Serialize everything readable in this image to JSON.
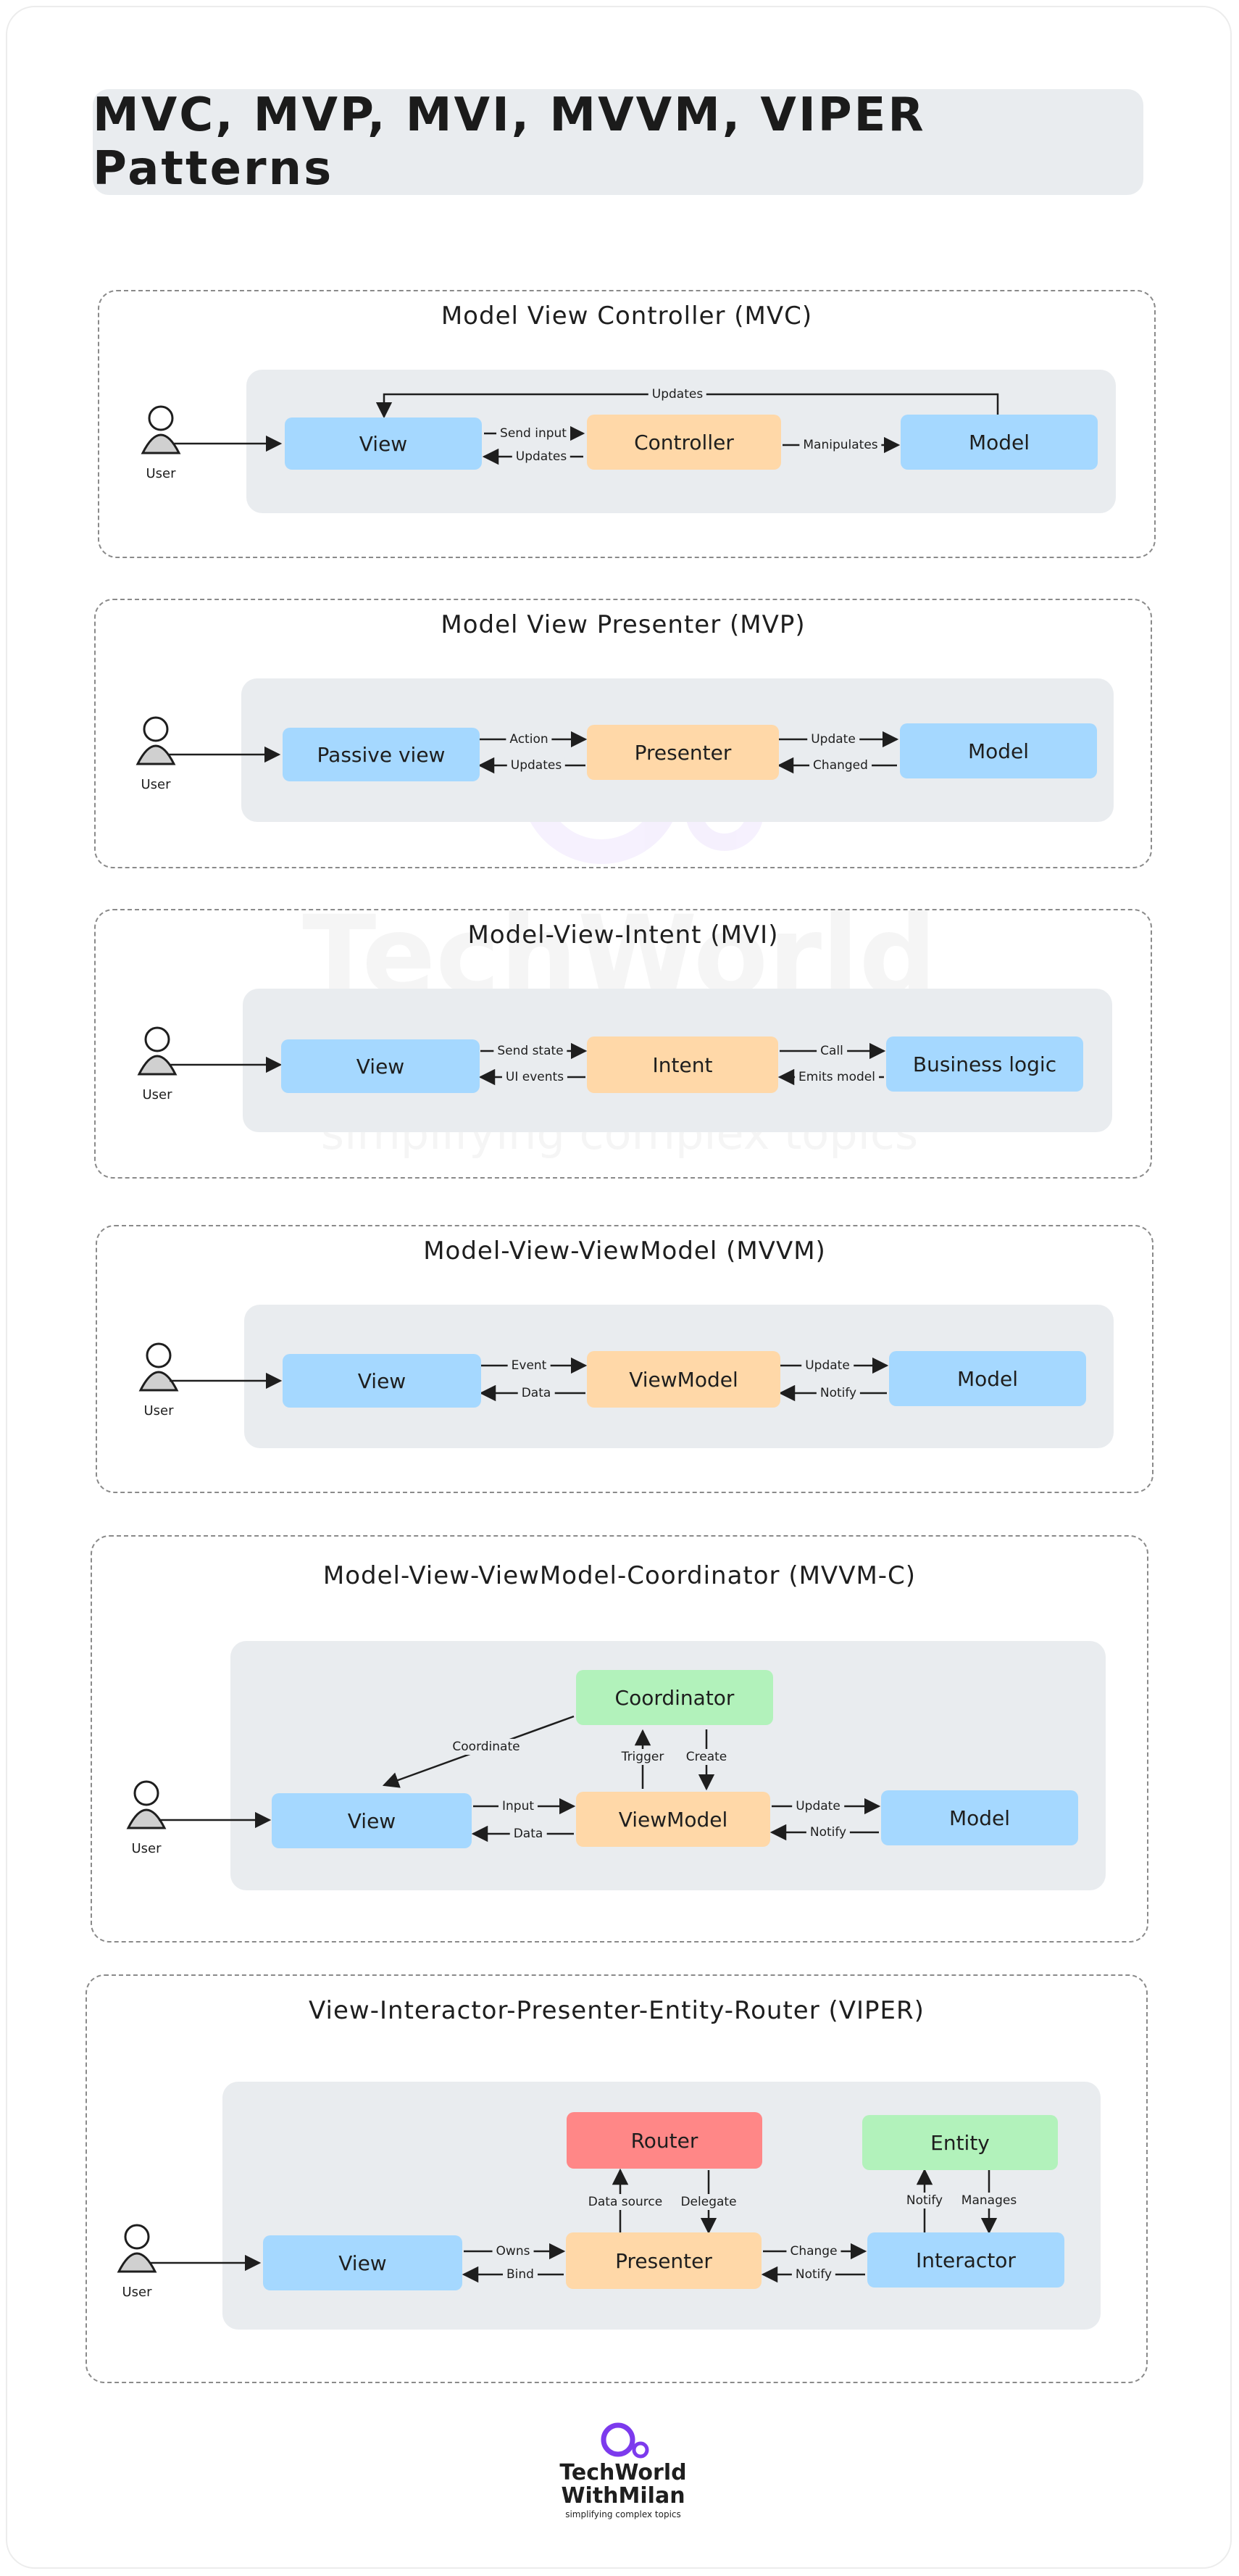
{
  "title": "MVC, MVP, MVI, MVVM, VIPER Patterns",
  "watermark": {
    "line1": "TechWorld",
    "line2": "With Milan",
    "tagline": "simplifying complex topics"
  },
  "user_label": "User",
  "mvc": {
    "title": "Model View Controller (MVC)",
    "view": "View",
    "controller": "Controller",
    "model": "Model",
    "labels": {
      "updates_top": "Updates",
      "send_input": "Send input",
      "updates": "Updates",
      "manipulates": "Manipulates"
    }
  },
  "mvp": {
    "title": "Model View Presenter (MVP)",
    "view": "Passive view",
    "presenter": "Presenter",
    "model": "Model",
    "labels": {
      "action": "Action",
      "updates": "Updates",
      "update": "Update",
      "changed": "Changed"
    }
  },
  "mvi": {
    "title": "Model-View-Intent (MVI)",
    "view": "View",
    "intent": "Intent",
    "logic": "Business logic",
    "labels": {
      "send_state": "Send state",
      "ui_events": "UI events",
      "call": "Call",
      "emits_model": "Emits model"
    }
  },
  "mvvm": {
    "title": "Model-View-ViewModel (MVVM)",
    "view": "View",
    "viewmodel": "ViewModel",
    "model": "Model",
    "labels": {
      "event": "Event",
      "data": "Data",
      "update": "Update",
      "notify": "Notify"
    }
  },
  "mvvmc": {
    "title": "Model-View-ViewModel-Coordinator (MVVM-C)",
    "view": "View",
    "viewmodel": "ViewModel",
    "model": "Model",
    "coordinator": "Coordinator",
    "labels": {
      "coordinate": "Coordinate",
      "trigger": "Trigger",
      "create": "Create",
      "input": "Input",
      "data": "Data",
      "update": "Update",
      "notify": "Notify"
    }
  },
  "viper": {
    "title": "View-Interactor-Presenter-Entity-Router (VIPER)",
    "view": "View",
    "presenter": "Presenter",
    "interactor": "Interactor",
    "router": "Router",
    "entity": "Entity",
    "labels": {
      "owns": "Owns",
      "bind": "Bind",
      "data_source": "Data source",
      "delegate": "Delegate",
      "change": "Change",
      "notify_bottom": "Notify",
      "notify_top": "Notify",
      "manages": "Manages"
    }
  },
  "logo": {
    "line1": "TechWorld",
    "line2": "WithMilan",
    "tagline": "simplifying complex topics"
  },
  "colors": {
    "view": "#a5d8ff",
    "controller": "#ffd8a8",
    "coordinator": "#b2f2bb",
    "router": "#ff8787",
    "panel": "#e9ecef",
    "logo_accent": "#7c3aed"
  }
}
